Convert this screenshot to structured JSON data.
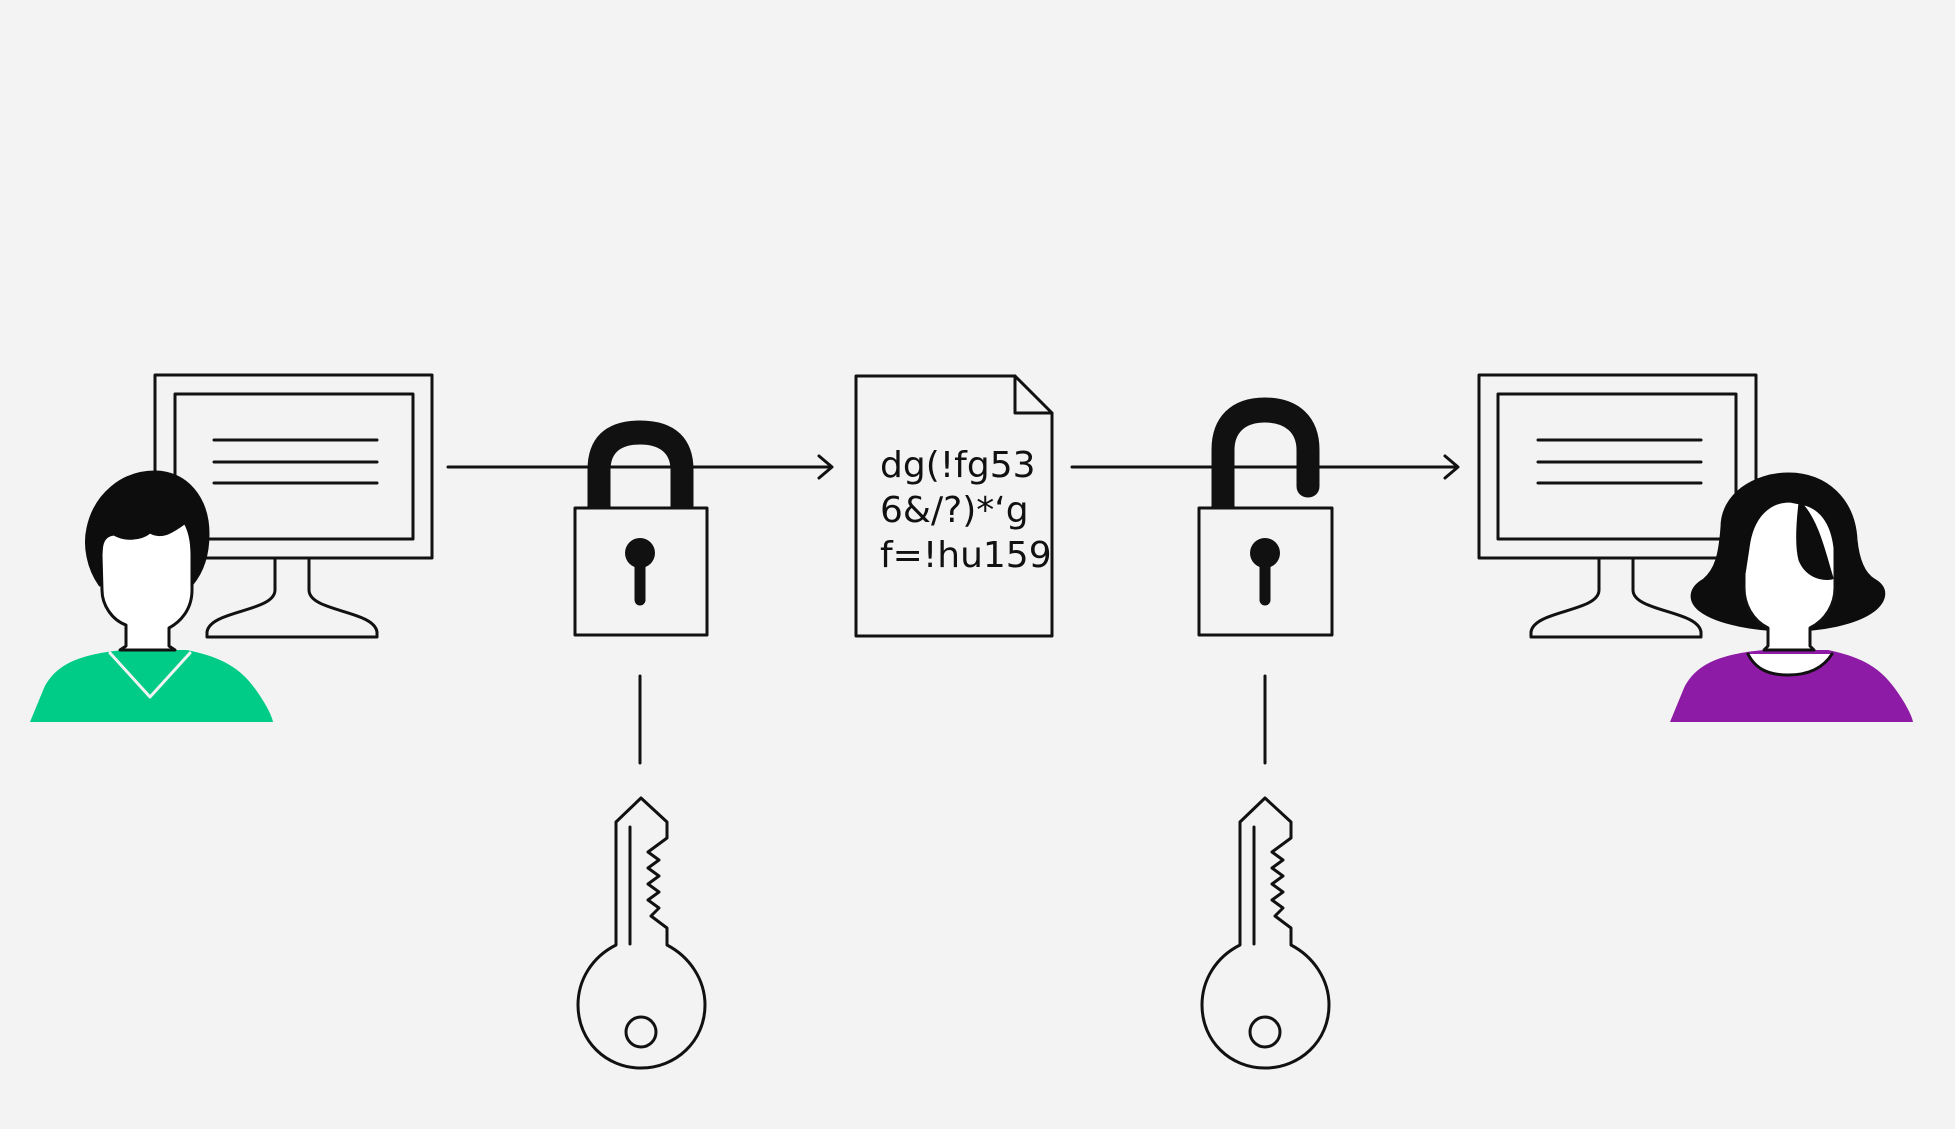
{
  "colors": {
    "background": "#f3f3f3",
    "stroke": "#111111",
    "hair": "#0d0d0d",
    "sender_shirt": "#00cc88",
    "receiver_shirt": "#8e1ba6",
    "skin_fill": "#ffffff"
  },
  "icons": {
    "sender": "person-icon",
    "sender_computer": "monitor-icon",
    "encrypt_lock": "closed-padlock-icon",
    "encrypt_key": "key-icon",
    "encrypted_document": "document-icon",
    "decrypt_lock": "open-padlock-icon",
    "decrypt_key": "key-icon",
    "receiver_computer": "monitor-icon",
    "receiver": "person-icon"
  },
  "document": {
    "lines": [
      "dg(!fg53",
      "6&/?)*‘g",
      "f=!hu159"
    ]
  }
}
